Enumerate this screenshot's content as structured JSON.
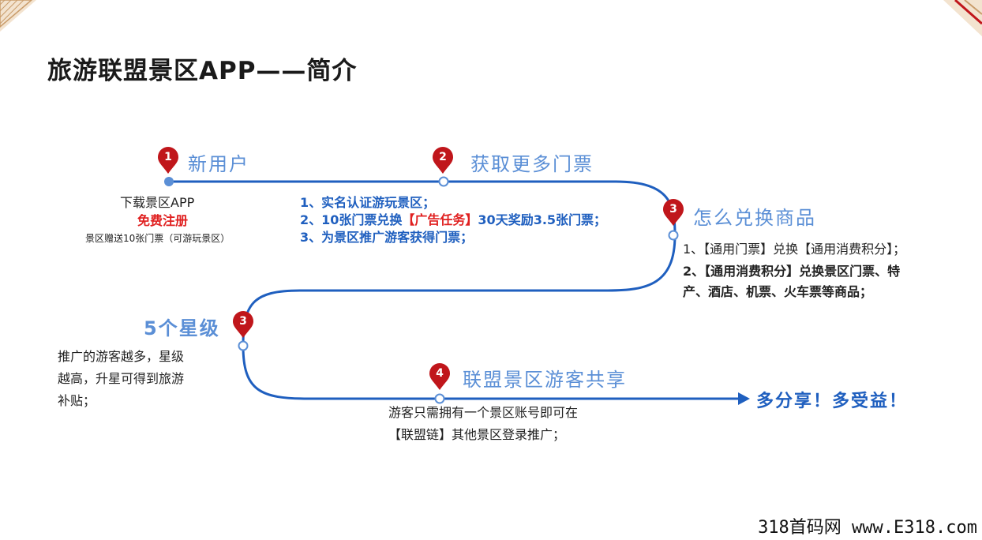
{
  "title": "旅游联盟景区APP——简介",
  "steps": {
    "s1": {
      "num": "1",
      "label": "新用户"
    },
    "s2": {
      "num": "2",
      "label": "获取更多门票"
    },
    "s3": {
      "num": "3",
      "label": "怎么兑换商品"
    },
    "s4": {
      "num": "3",
      "label": "5个星级"
    },
    "s5": {
      "num": "4",
      "label": "联盟景区游客共享"
    }
  },
  "s1_desc": {
    "line1": "下载景区APP",
    "line2": "免费注册",
    "line3": "景区赠送10张门票（可游玩景区）"
  },
  "s2_desc": {
    "line1": "1、实名认证游玩景区；",
    "line2_a": "2、10张门票兑换",
    "line2_b": "【广告任务】",
    "line2_c": "30天奖励3.5张门票；",
    "line3": "3、为景区推广游客获得门票；"
  },
  "s3_desc": {
    "line1": "1、【通用门票】兑换【通用消费积分】；",
    "line2": "2、【通用消费积分】兑换景区门票、特",
    "line3": "产、酒店、机票、火车票等商品；"
  },
  "s4_desc": {
    "line1": "推广的游客越多，星级",
    "line2": "越高，升星可得到旅游",
    "line3": "补贴；"
  },
  "s5_desc": {
    "line1": "游客只需拥有一个景区账号即可在",
    "line2": "【联盟链】其他景区登录推广；"
  },
  "end_text": "多分享！多受益！",
  "footer": "318首码网 www.E318.com",
  "colors": {
    "path": "#1f5fbf",
    "badge": "#c0161b",
    "label": "#5b8fd6",
    "accent": "#e02020"
  }
}
